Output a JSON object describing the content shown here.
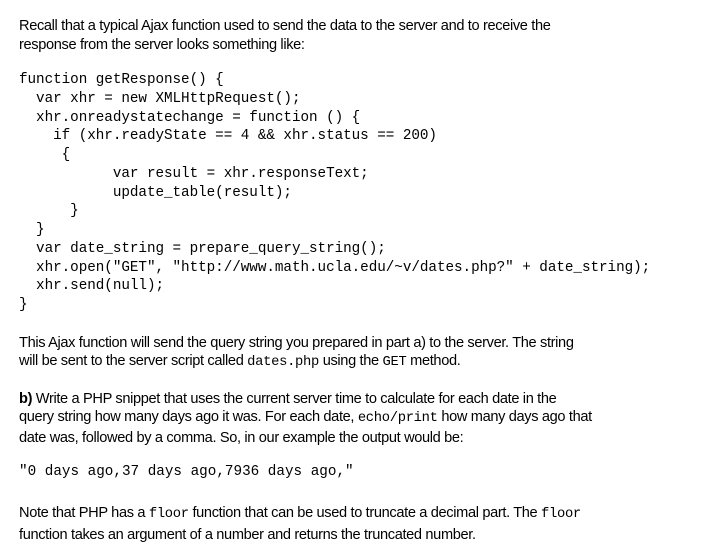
{
  "intro": {
    "line1": "Recall that a typical Ajax function used to send the data to the server and to receive the",
    "line2": "response from the server looks something like:"
  },
  "code_lines": [
    "function getResponse() {",
    "  var xhr = new XMLHttpRequest();",
    "  xhr.onreadystatechange = function () {",
    "    if (xhr.readyState == 4 && xhr.status == 200)",
    "     {",
    "           var result = xhr.responseText;",
    "           update_table(result);",
    "      }",
    "  }",
    "  var date_string = prepare_query_string();",
    "  xhr.open(\"GET\", \"http://www.math.ucla.edu/~v/dates.php?\" + date_string);",
    "  xhr.send(null);",
    "}"
  ],
  "para2": {
    "line1": "This Ajax function will send the query string you prepared in part a) to the server.  The string",
    "line2_a": "will be sent to the server script called ",
    "line2_code1": "dates.php",
    "line2_b": " using the ",
    "line2_code2": "GET",
    "line2_c": " method."
  },
  "part_b": {
    "label": "b)",
    "line1": " Write a PHP snippet that uses the current server time to calculate for each date in the",
    "line2_a": "query string how many days ago it was. For each date, ",
    "line2_code": "echo/print",
    "line2_b": " how many days ago that",
    "line3": "date was, followed by a comma. So, in our example the output would be:"
  },
  "example_output": "\"0 days ago,37 days ago,7936 days ago,\"",
  "note": {
    "line1_a": "Note that PHP has a ",
    "line1_code1": "floor",
    "line1_b": " function that can be used to truncate a decimal part.  The ",
    "line1_code2": "floor",
    "line2": "function takes an argument of a number and returns the truncated number."
  }
}
